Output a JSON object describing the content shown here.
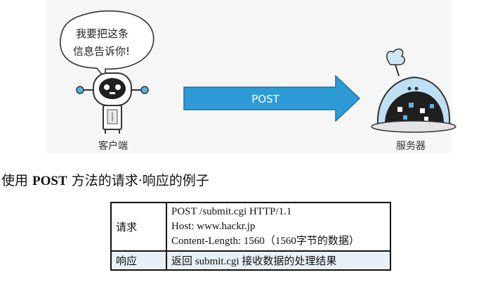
{
  "speech": {
    "line1": "我要把这条",
    "line2": "信息告诉你!"
  },
  "arrow_label": "POST",
  "client_label": "客户端",
  "server_label": "服务器",
  "caption": {
    "prefix": "使用 ",
    "method": "POST",
    "suffix": " 方法的请求·响应的例子"
  },
  "table": {
    "request_label": "请求",
    "request_lines": [
      "POST /submit.cgi HTTP/1.1",
      "Host: www.hackr.jp",
      "Content-Length: 1560（1560字节的数据）"
    ],
    "response_label": "响应",
    "response_text": "返回 submit.cgi 接收数据的处理结果"
  },
  "colors": {
    "arrow": "#2e9bd6",
    "arrow_dark": "#1b6fa6",
    "robot_eye": "#58b3e2"
  }
}
